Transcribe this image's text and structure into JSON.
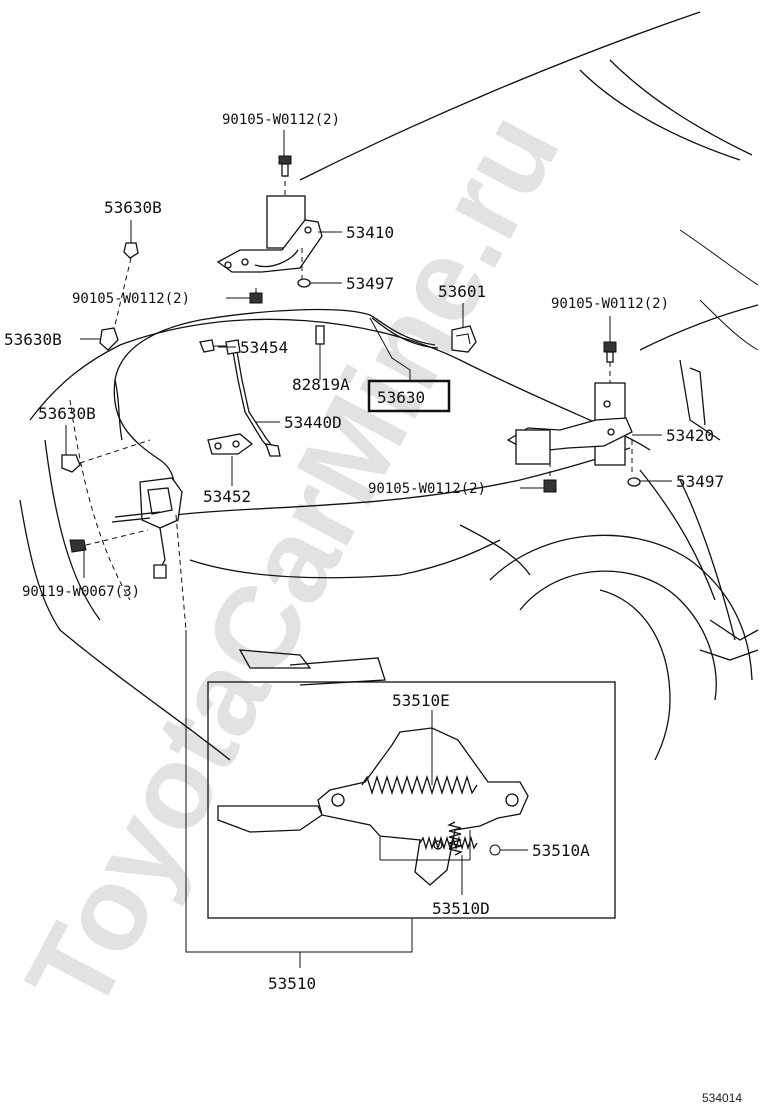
{
  "watermark": "ToyotaCarMine.ru",
  "diagram_code": "534014",
  "labels": {
    "bolt_hinge_left": "90105-W0112(2)",
    "clip_upper": "53630B",
    "hinge_left": "53410",
    "cushion_left": "53497",
    "bolt_clip": "90105-W0112(2)",
    "clip_mid": "53630B",
    "clip_lower": "53630B",
    "stay_holder": "53454",
    "grommet": "82819A",
    "cable": "53630",
    "stay": "53440D",
    "stay_bracket": "53452",
    "screw_latch": "90119-W0067(3)",
    "release_lever": "53601",
    "bolt_hinge_right": "90105-W0112(2)",
    "hinge_right": "53420",
    "bolt_hinge_right_lower": "90105-W0112(2)",
    "cushion_right": "53497",
    "spring_e": "53510E",
    "spring_a": "53510A",
    "spring_d": "53510D",
    "latch_assy": "53510"
  }
}
